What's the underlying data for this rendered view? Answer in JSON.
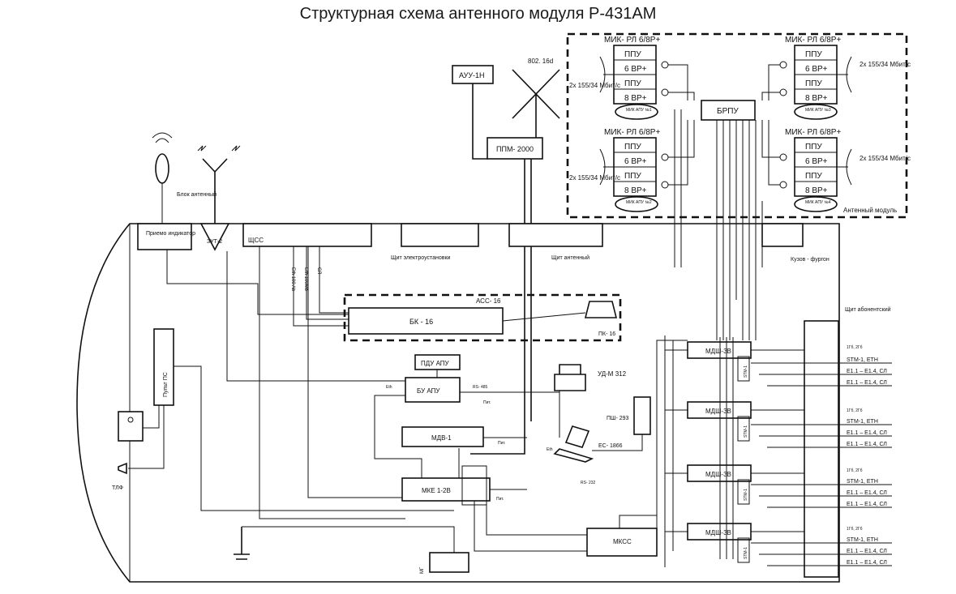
{
  "title": "Структурная схема антенного модуля Р-431АМ",
  "labels": {
    "antenna_module": "Антенный модуль",
    "brpu": "БРПУ",
    "mik_rl": "МИК- РЛ 6/8Р+",
    "ppu": "ППУ",
    "vr6": "6 ВР+",
    "vr8": "8 ВР+",
    "mik_apu_1": "МИК АПУ №1",
    "mik_apu_2": "МИК АПУ №2",
    "mik_apu_3": "МИК АПУ №3",
    "mik_apu_4": "МИК АПУ №4",
    "rate_left": "2х 155/34 Мбит/с",
    "rate_right": "2х 155/34 Мбит/с",
    "std_802": "802. 16d",
    "auy": "АУУ-1Н",
    "ppm": "ППМ- 2000",
    "blok_ant": "Блок антенный",
    "priemo": "Приемо индикатор",
    "zut": "ЗУТ-2",
    "shss": "ЩСС",
    "shit_el": "Щит электроустановки",
    "shit_ant": "Щит антенный",
    "kuzov": "Кузов - фургон",
    "acc": "АСС- 16",
    "bk": "БК - 16",
    "pk": "ПК- 16",
    "pdu": "ПДУ АПУ",
    "bu": "БУ АПУ",
    "mdv": "МДВ-1",
    "mke": "МКЕ 1-2В",
    "mkss": "МКСС",
    "ud": "УД-М 312",
    "ec": "ЕС- 1866",
    "psh": "ПШ- 293",
    "pult": "Пульт ПС",
    "tlf": "ТЛФ",
    "mg": "МГ",
    "shit_abon": "Щит абонентский",
    "mdsh": "МДШ-3В",
    "stm": "STM-1",
    "stm_eth": "STM-1, ETH",
    "e1_sl": "Е1.1 – Е1.4, СЛ",
    "gb": "1Гб, 2Гб",
    "rs485": "RS- 485",
    "rs232": "RS- 232",
    "eth": "Eth",
    "pit": "Пит.",
    "eth100a": "Eth 100 Ab",
    "eth100b": "Eth 100Mb",
    "sl": "СЛ"
  }
}
